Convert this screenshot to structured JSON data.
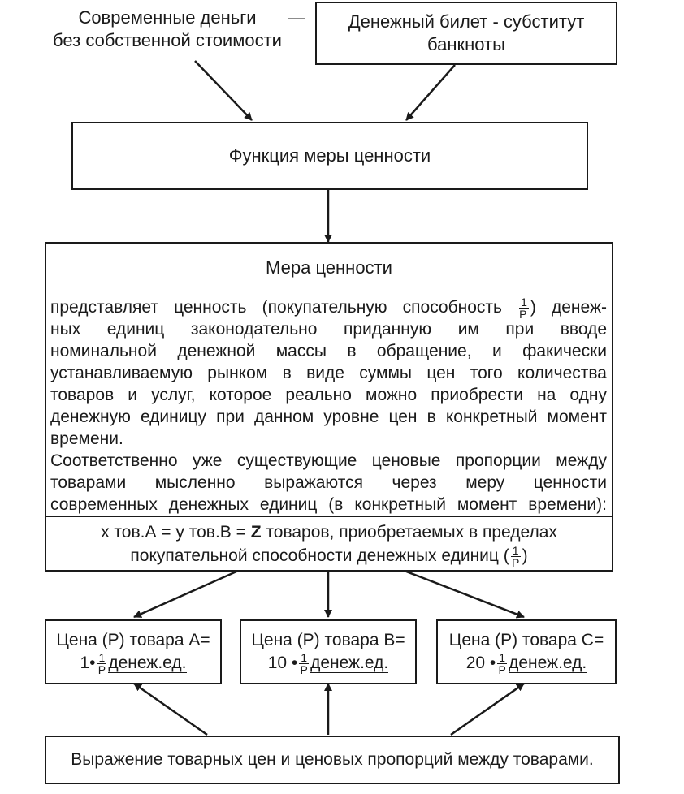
{
  "top_left": {
    "line1": "Современные деньги",
    "dash": "—",
    "line2": "без собственной стоимости"
  },
  "top_right": {
    "line1": "Денежный билет - субститут",
    "line2": "банкноты"
  },
  "function_box": "Функция меры ценности",
  "measure": {
    "title": "Мера ценности",
    "p1_l1a": "представляет ценность (покупательную способность ",
    "frac_num": "1",
    "frac_den": "P",
    "p1_l1b": ") денеж-",
    "p1_l2": "ных единиц законодательно приданную им при вводе",
    "p1_l3": "номинальной денежной массы в обращение, и факически",
    "p1_l4": "устанавливаемую рынком в виде суммы цен того количества",
    "p1_l5": "товаров и услуг, которое реально можно приобрести на одну",
    "p1_l6": "денежную единицу при данном уровне цен в конкретный момент",
    "p1_l7": "времени.",
    "p2_l1": "Соответственно уже существующие ценовые пропорции между",
    "p2_l2": "товарами мысленно выражаются через меру ценности",
    "p2_l3": "современных денежных единиц (в конкретный момент времени):"
  },
  "equation": {
    "line1a": "x тов.А = y тов.В = ",
    "bold_z": "Z",
    "line1b": " товаров, приобретаемых в пределах",
    "line2a": "покупательной способности денежных единиц (",
    "frac_num": "1",
    "frac_den": "P",
    "line2b": ")"
  },
  "prices": [
    {
      "title": "Цена (Р) товара А=",
      "coef": "1•",
      "frac_num": "1",
      "frac_den": "P",
      "unit": "денеж.ед."
    },
    {
      "title": "Цена (Р) товара В=",
      "coef": "10 •",
      "frac_num": "1",
      "frac_den": "P",
      "unit": "денеж.ед."
    },
    {
      "title": "Цена (Р) товара С=",
      "coef": "20 •",
      "frac_num": "1",
      "frac_den": "P",
      "unit": "денеж.ед."
    }
  ],
  "bottom_box": "Выражение товарных цен и ценовых пропорций между товарами."
}
